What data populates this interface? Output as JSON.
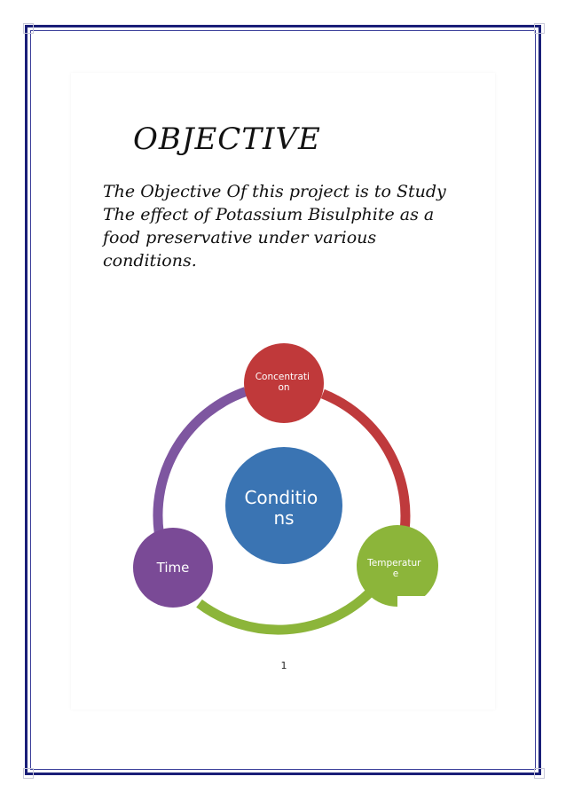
{
  "document": {
    "heading": "OBJECTIVE",
    "objective_lines": [
      "The Objective Of this project is to Study",
      "The effect of Potassium Bisulphite as a",
      "food preservative under various",
      "conditions."
    ],
    "page_number": "1"
  },
  "diagram": {
    "center": {
      "lines": [
        "Conditio",
        "ns"
      ],
      "color": "#3a74b3"
    },
    "nodes": [
      {
        "id": "concentration",
        "lines": [
          "Concentrati",
          "on"
        ],
        "color": "#c0393a"
      },
      {
        "id": "temperature",
        "lines": [
          "Temperatur",
          "e"
        ],
        "color": "#8cb53a"
      },
      {
        "id": "time",
        "lines": [
          "Time"
        ],
        "color": "#7a4a96"
      }
    ],
    "arcs": [
      {
        "from": "concentration",
        "to": "temperature",
        "color": "#bf3a3c"
      },
      {
        "from": "temperature",
        "to": "time",
        "color": "#8cb53a"
      },
      {
        "from": "time",
        "to": "concentration",
        "color": "#7e56a0"
      }
    ]
  },
  "colors": {
    "border": "#1a1f78",
    "text": "#111111"
  }
}
